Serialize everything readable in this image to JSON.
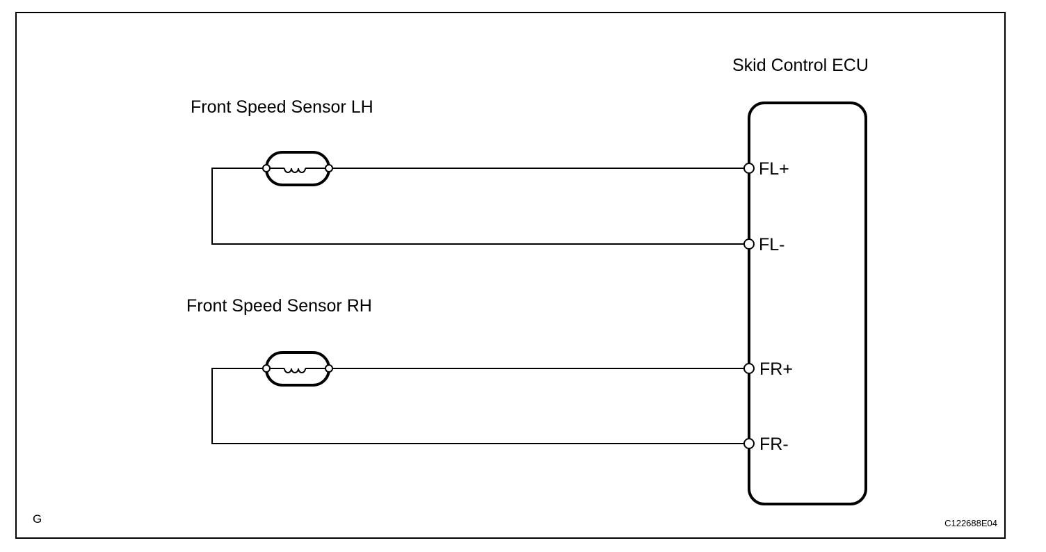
{
  "ecu": {
    "title": "Skid Control ECU"
  },
  "sensors": [
    {
      "label": "Front Speed Sensor LH",
      "pins": [
        "FL+",
        "FL-"
      ]
    },
    {
      "label": "Front Speed Sensor RH",
      "pins": [
        "FR+",
        "FR-"
      ]
    }
  ],
  "footer": {
    "left_code": "G",
    "right_code": "C122688E04"
  }
}
